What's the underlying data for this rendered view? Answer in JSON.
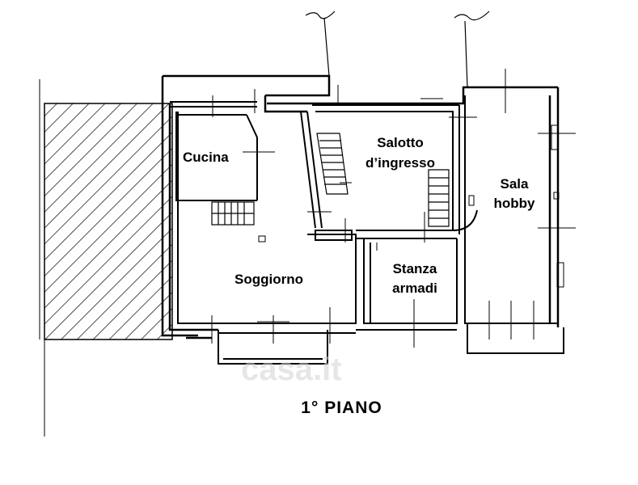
{
  "rooms": {
    "cucina": "Cucina",
    "salotto_line1": "Salotto",
    "salotto_line2": "d’ingresso",
    "sala_line1": "Sala",
    "sala_line2": "hobby",
    "soggiorno": "Soggiorno",
    "stanza_line1": "Stanza",
    "stanza_line2": "armadi"
  },
  "floor_label": "1° PIANO",
  "watermark": "casa.it"
}
